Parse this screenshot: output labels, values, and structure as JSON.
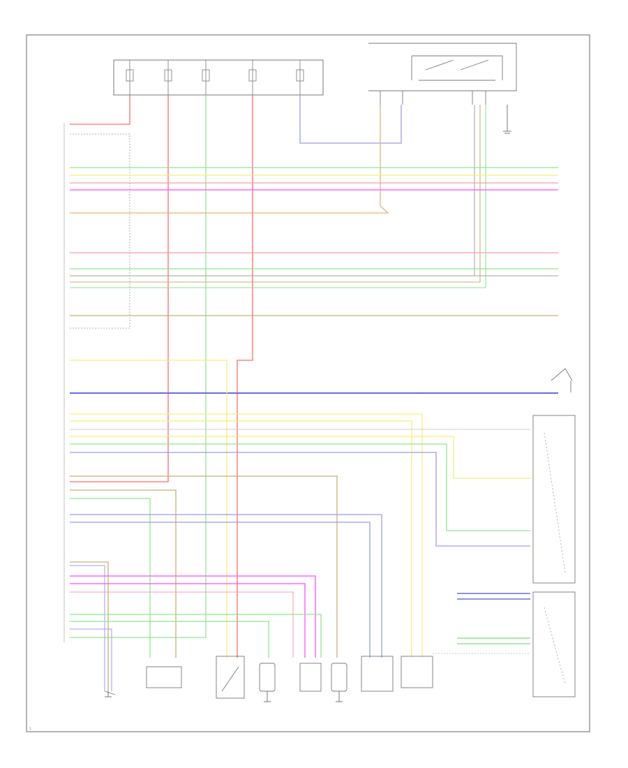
{
  "diagram": {
    "footer_code": "1"
  },
  "colors": {
    "red": "#ff6a6a",
    "green": "#8ee68e",
    "yellow": "#f4f07a",
    "magenta": "#ff4cff",
    "orange": "#e8b070",
    "blue": "#6a6ae8",
    "light_blue": "#9b9bf4",
    "tan": "#c8b070",
    "grey": "#9a9a9a",
    "pink": "#ff9aa8"
  },
  "wires": [
    {
      "id": "w-red-left",
      "color": "red"
    },
    {
      "id": "w-red-center",
      "color": "red"
    },
    {
      "id": "w-green-center",
      "color": "green"
    },
    {
      "id": "w-blue-top",
      "color": "light_blue"
    },
    {
      "id": "w-orange-top",
      "color": "orange"
    },
    {
      "id": "w-green-right",
      "color": "green"
    },
    {
      "id": "w-yellow-right",
      "color": "yellow"
    },
    {
      "id": "w-h-green-1",
      "color": "green"
    },
    {
      "id": "w-h-yellow-1",
      "color": "yellow"
    },
    {
      "id": "w-h-pink-1",
      "color": "pink"
    },
    {
      "id": "w-h-magenta-1",
      "color": "magenta"
    },
    {
      "id": "w-h-orange-1",
      "color": "orange"
    },
    {
      "id": "w-h-pink-2",
      "color": "pink"
    },
    {
      "id": "w-h-green-2",
      "color": "green"
    },
    {
      "id": "w-h-grey-1",
      "color": "grey"
    },
    {
      "id": "w-h-tan-1",
      "color": "tan"
    },
    {
      "id": "w-h-tan-2",
      "color": "tan"
    },
    {
      "id": "w-h-yellow-2",
      "color": "yellow"
    },
    {
      "id": "w-h-blue-1",
      "color": "blue"
    },
    {
      "id": "w-h-yellow-3",
      "color": "yellow"
    },
    {
      "id": "w-h-yellow-4",
      "color": "yellow"
    },
    {
      "id": "w-h-yellow-5",
      "color": "yellow"
    },
    {
      "id": "w-h-green-3",
      "color": "green"
    },
    {
      "id": "w-h-blue-2",
      "color": "light_blue"
    },
    {
      "id": "w-h-tan-3",
      "color": "tan"
    },
    {
      "id": "w-h-red-1",
      "color": "red"
    },
    {
      "id": "w-h-tan-4",
      "color": "tan"
    },
    {
      "id": "w-h-green-4",
      "color": "green"
    },
    {
      "id": "w-h-blue-3",
      "color": "light_blue"
    },
    {
      "id": "w-h-blue-4",
      "color": "light_blue"
    },
    {
      "id": "w-h-tan-5",
      "color": "tan"
    },
    {
      "id": "w-h-magenta-2",
      "color": "magenta"
    },
    {
      "id": "w-h-magenta-3",
      "color": "magenta"
    },
    {
      "id": "w-h-green-5",
      "color": "green"
    },
    {
      "id": "w-h-green-6",
      "color": "green"
    },
    {
      "id": "w-h-blue-5",
      "color": "light_blue"
    },
    {
      "id": "w-h-green-7",
      "color": "green"
    }
  ]
}
